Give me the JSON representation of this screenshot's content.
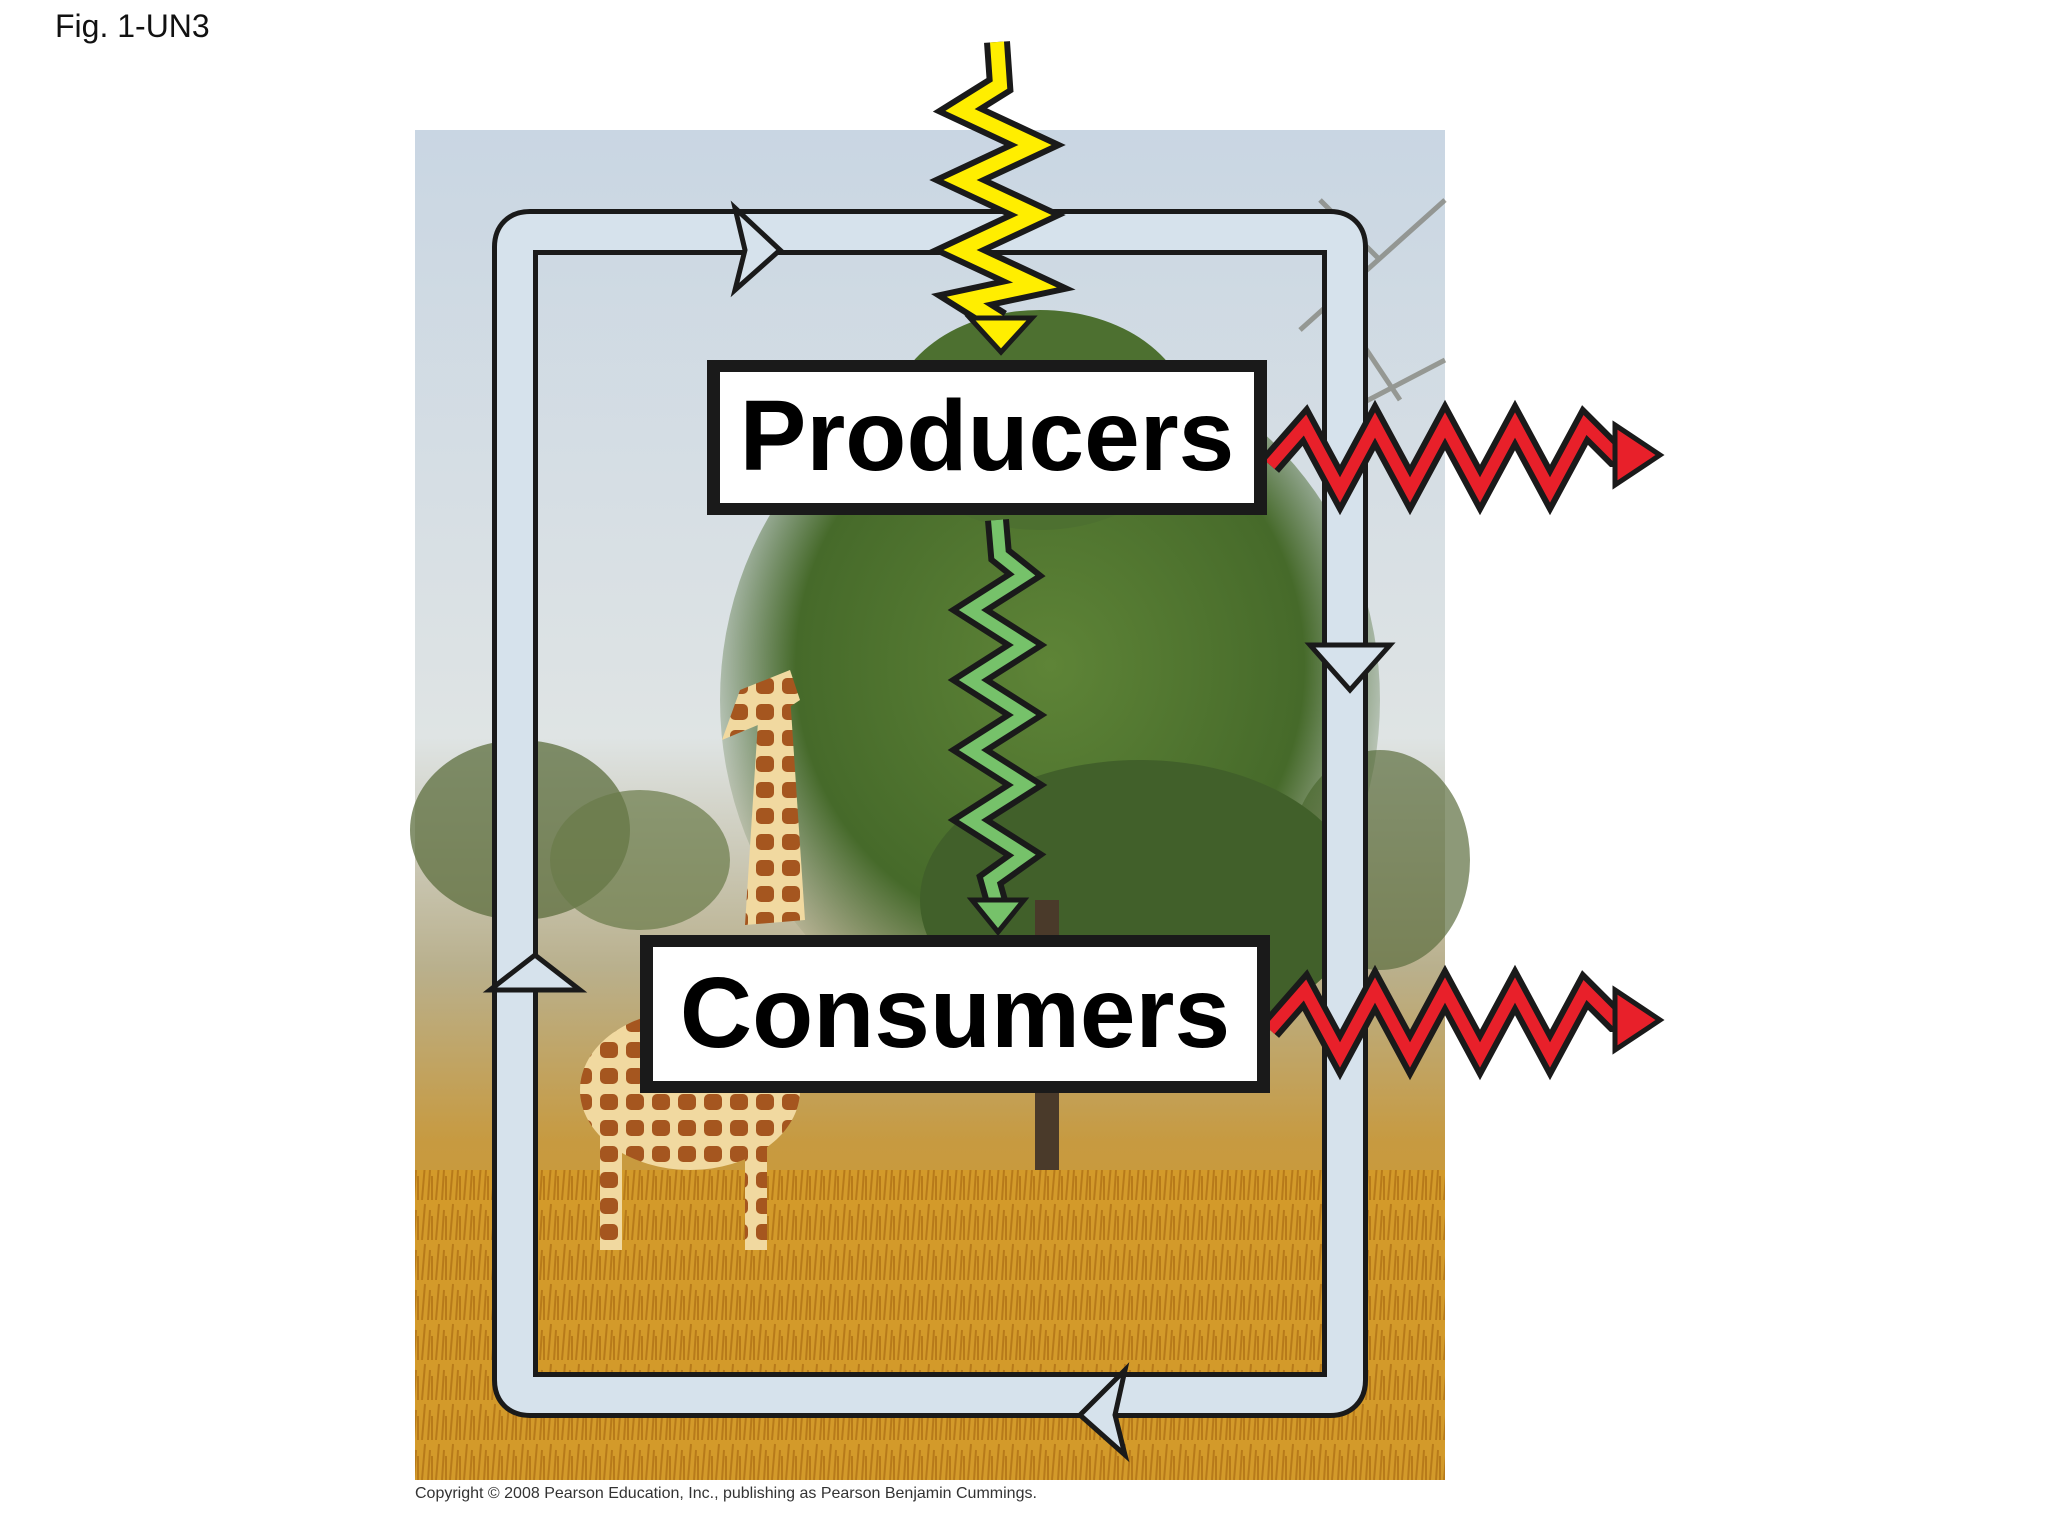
{
  "figure": {
    "label": "Fig. 1-UN3",
    "copyright": "Copyright © 2008 Pearson Education, Inc., publishing as Pearson Benjamin Cummings."
  },
  "nodes": {
    "producers": "Producers",
    "consumers": "Consumers"
  },
  "colors": {
    "light_energy": "#ffee00",
    "food_energy": "#76c26a",
    "heat_loss": "#e8202a",
    "chemical_cycle": "#d6e2ec",
    "outline": "#1a1a1a"
  },
  "icons": [
    "sunlight-arrow-icon",
    "energy-transfer-arrow-icon",
    "heat-loss-arrow-icon",
    "nutrient-cycle-loop-icon"
  ]
}
